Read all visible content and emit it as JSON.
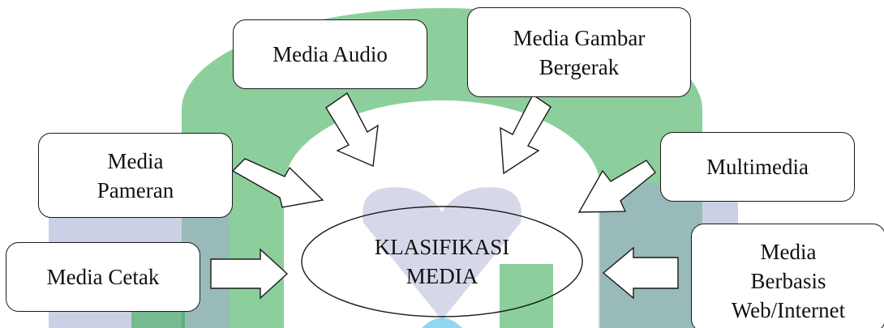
{
  "center": {
    "lines": [
      "KLASIFIKASI",
      "MEDIA"
    ]
  },
  "nodes": {
    "media_audio": {
      "lines": [
        "Media Audio"
      ]
    },
    "media_gambar_bergerak": {
      "lines": [
        "Media Gambar",
        "Bergerak"
      ]
    },
    "media_pameran": {
      "lines": [
        "Media",
        "Pameran"
      ]
    },
    "multimedia": {
      "lines": [
        "Multimedia"
      ]
    },
    "media_cetak": {
      "lines": [
        "Media Cetak"
      ]
    },
    "media_berbasis_web": {
      "lines": [
        "Media",
        "Berbasis",
        "Web/Internet"
      ]
    }
  },
  "colors": {
    "watermark_green": "#2ea84a",
    "watermark_blue": "#a3a9cf",
    "watermark_cyan": "#5fc7e8",
    "line": "#1a1a1a",
    "box_fill": "#ffffff"
  }
}
